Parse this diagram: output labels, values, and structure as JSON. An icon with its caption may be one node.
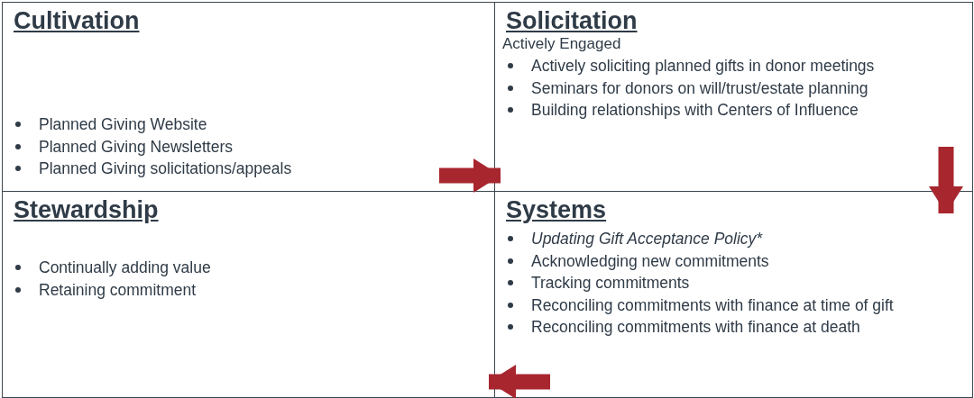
{
  "diagram": {
    "nodes": [
      {
        "text": [
          "Cultivation",
          "Planned Giving Website",
          "Planned Giving Newsletters",
          "Planned Giving solicitations/appeals"
        ]
      },
      {
        "text": [
          "Solicitation",
          "Actively Engaged",
          "Actively soliciting planned gifts in donor meetings",
          "Seminars for donors on will/trust/estate planning",
          "Building relationships with Centers of Influence"
        ]
      },
      {
        "text": [
          "Stewardship",
          "Continually adding value",
          "Retaining commitment"
        ]
      },
      {
        "text": [
          "Systems",
          "Updating Gift Acceptance Policy*",
          "Acknowledging new commitments",
          "Tracking commitments",
          "Reconciling commitments with finance at time of gift",
          "Reconciling commitments with finance at death"
        ]
      }
    ],
    "edges": [
      {
        "from": 0,
        "to": 1,
        "arrow": "to"
      },
      {
        "from": 1,
        "to": 3,
        "arrow": "to"
      },
      {
        "from": 3,
        "to": 2,
        "arrow": "to"
      }
    ]
  }
}
